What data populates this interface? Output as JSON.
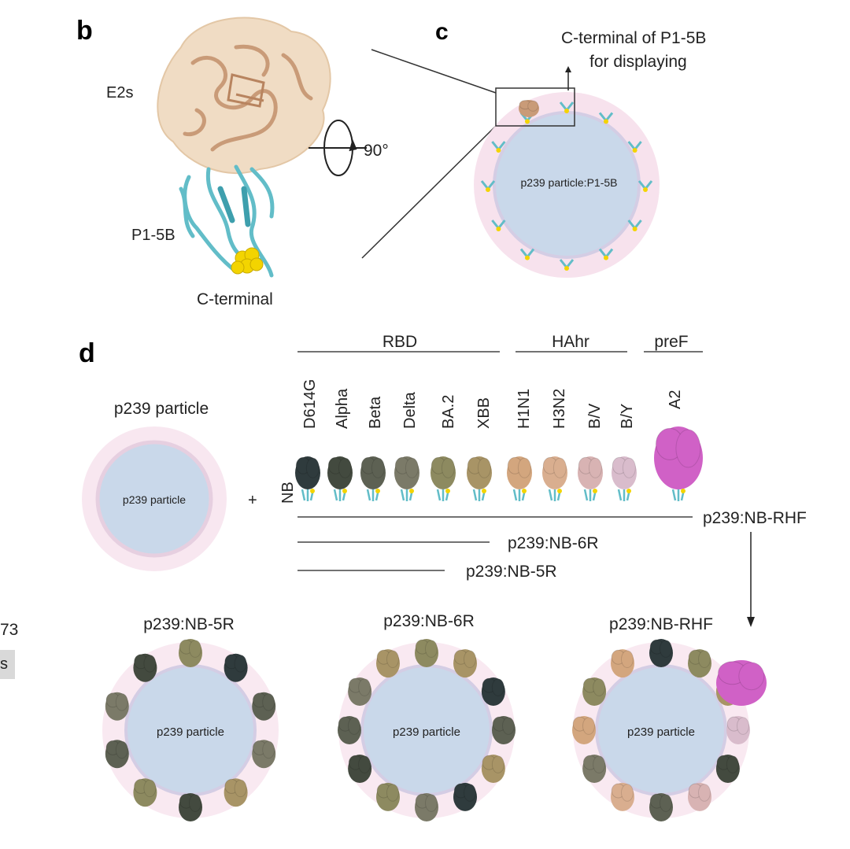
{
  "panels": {
    "b": "b",
    "c": "c",
    "d": "d"
  },
  "panel_b": {
    "e2s_label": "E2s",
    "p15b_label": "P1-5B",
    "cterm_label": "C-terminal",
    "rotation_label": "90°"
  },
  "panel_c": {
    "annotation_line1": "C-terminal of P1-5B",
    "annotation_line2": "for displaying",
    "particle_label": "p239 particle:P1-5B"
  },
  "panel_d": {
    "groups": [
      {
        "label": "RBD",
        "members": [
          "D614G",
          "Alpha",
          "Beta",
          "Delta",
          "BA.2",
          "XBB"
        ]
      },
      {
        "label": "HAhr",
        "members": [
          "H1N1",
          "H3N2",
          "B/V",
          "B/Y"
        ]
      },
      {
        "label": "preF",
        "members": [
          "A2"
        ]
      }
    ],
    "particle_title": "p239 particle",
    "particle_label": "p239 particle",
    "plus": "+",
    "nb_label": "NB",
    "construct_lines": [
      "p239:NB-RHF",
      "p239:NB-6R",
      "p239:NB-5R"
    ],
    "assemblies": [
      {
        "title": "p239:NB-5R",
        "particle_label": "p239 particle"
      },
      {
        "title": "p239:NB-6R",
        "particle_label": "p239 particle"
      },
      {
        "title": "p239:NB-RHF",
        "particle_label": "p239 particle"
      }
    ]
  },
  "sidebar_fragment": {
    "number": "73",
    "tab_text": "s"
  },
  "colors": {
    "particle_core": "#c9d8ea",
    "particle_halo": "#f6dfeb",
    "e2s_surface": "#f0dcc4",
    "e2s_ribbon": "#c99b78",
    "p15b_ribbon": "#62bdc8",
    "cterm_sphere": "#f3d400",
    "rbd_d614g": "#2f3b3d",
    "rbd_alpha": "#434a3f",
    "rbd_beta": "#5d6153",
    "rbd_delta": "#7b7a68",
    "rbd_ba2": "#8d8a60",
    "rbd_xbb": "#a89466",
    "ha_h1n1": "#d3a67e",
    "ha_h3n2": "#d9ae8f",
    "ha_bv": "#d8b3b3",
    "ha_by": "#d9bccc",
    "pref_a2": "#d061c6"
  }
}
